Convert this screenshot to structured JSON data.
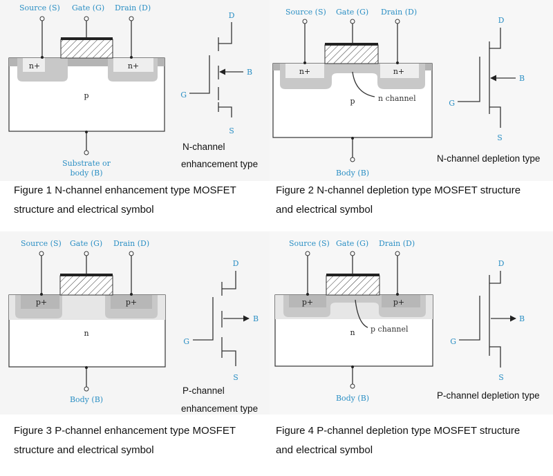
{
  "terminals": {
    "source": "Source (S)",
    "gate": "Gate (G)",
    "drain": "Drain (D)",
    "substrate_line1": "Substrate or",
    "substrate_line2": "body (B)",
    "body": "Body (B)"
  },
  "symbol_pins": {
    "d": "D",
    "s": "S",
    "g": "G",
    "b": "B"
  },
  "regions": {
    "n_plus": "n+",
    "p_plus": "p+",
    "p_sub": "p",
    "n_sub": "n"
  },
  "channels": {
    "n_channel": "n channel",
    "p_channel": "p channel"
  },
  "symbol_labels": {
    "fig1_line1": "N-channel",
    "fig1_line2": "enhancement type",
    "fig2": "N-channel depletion type",
    "fig3_line1": "P-channel",
    "fig3_line2": "enhancement type",
    "fig4": "P-channel depletion type"
  },
  "captions": {
    "fig1_line1": "Figure 1  N-channel enhancement type MOSFET",
    "fig1_line2": "structure and electrical symbol",
    "fig2_line1": "Figure 2  N-channel depletion type MOSFET structure",
    "fig2_line2": "and electrical symbol",
    "fig3_line1": "Figure 3  P-channel enhancement type MOSFET",
    "fig3_line2": "structure and electrical symbol",
    "fig4_line1": "Figure 4  P-channel depletion type MOSFET structure",
    "fig4_line2": "and electrical symbol"
  },
  "colors": {
    "label_blue": "#2b8fc4",
    "well_gray": "#c8c8c8",
    "oxide_gray": "#b4b4b4",
    "panel_bg": "#f5f5f5"
  }
}
